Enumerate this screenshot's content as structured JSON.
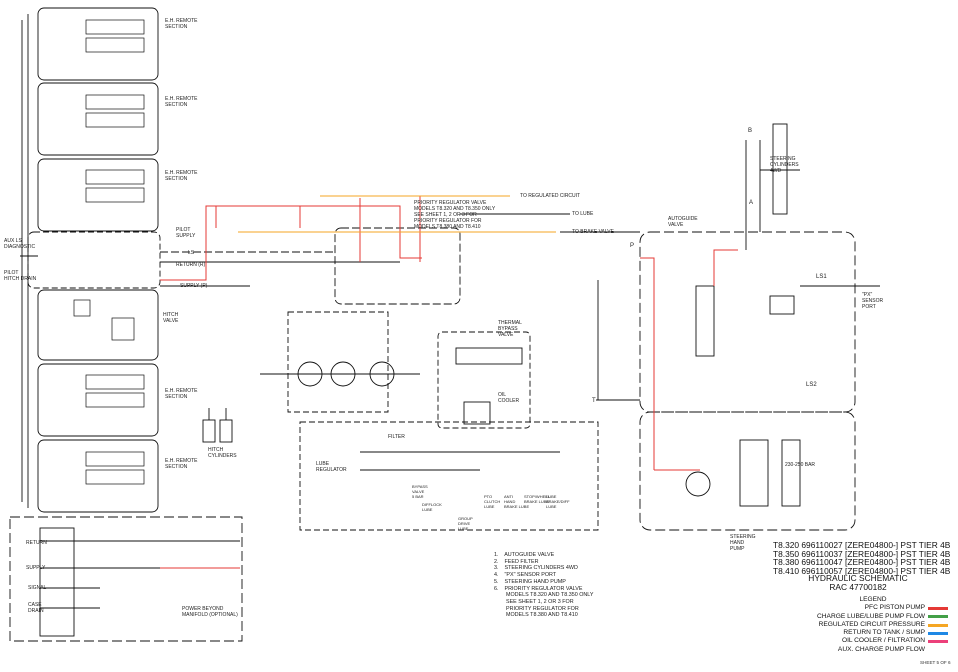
{
  "remote_sections": {
    "label": "E.H. REMOTE\nSECTION",
    "label_alt": "E.H. REMOTE\nSECTION"
  },
  "labels": {
    "aux_ls": "AUX LS\nDIAGNOSTIC",
    "pilot_hitch": "PILOT\nHITCH DRAIN",
    "pilot_supply": "PILOT\nSUPPLY",
    "ls": "LS",
    "return_r": "RETURN (R)",
    "supply_p": "SUPPLY (P)",
    "hitch_valve": "HITCH\nVALVE",
    "hitch_cylinders": "HITCH\nCYLINDERS",
    "lube_regulator": "LUBE\nREGULATOR",
    "filter": "FILTER",
    "thermal_bypass": "THERMAL\nBYPASS\nVALVE",
    "oil_cooler": "OIL\nCOOLER",
    "to_regulated": "TO REGULATED CIRCUIT",
    "to_lube": "TO LUBE",
    "to_brake": "TO BRAKE VALVE",
    "priority_valve": "PRIORITY REGULATOR VALVE\nMODELS T8.320 AND T8.350 ONLY\nSEE SHEET 1, 2 OR 3 FOR\nPRIORITY REGULATOR FOR\nMODELS T8.380 AND T8.410",
    "autoguide_valve": "AUTOGUIDE\nVALVE",
    "steering_cyl": "STEERING\nCYLINDERS\n4WD",
    "px_sensor": "\"PX\"\nSENSOR\nPORT",
    "ls1": "LS1",
    "ls2": "LS2",
    "port_t": "T",
    "port_p": "P",
    "port_a": "A",
    "port_b": "B",
    "bar": "230-250 BAR",
    "steering_pump": "STEERING\nHAND\nPUMP",
    "return": "RETURN",
    "supply": "SUPPLY",
    "signal": "SIGNAL",
    "case_drain": "CASE\nDRAIN",
    "power_beyond": "POWER BEYOND\nMANIFOLD (OPTIONAL)",
    "lube_outlets": [
      "BYPASS\nVALVE\n5 BAR",
      "DIFFLOCK\nLUBE",
      "PTO\nCLUTCH\nLUBE",
      "ANTI\nHAND\nBRAKE LUBE",
      "STOP/WHEEL\nBRAKE LUBE",
      "LUBE\nBRAKE/DIFF\nLUBE",
      "GROUP\nDRIVE\nLUBE"
    ]
  },
  "notes": [
    "1.    AUTOGUIDE VALVE",
    "2.    FEED FILTER",
    "3.    STEERING CYLINDERS 4WD",
    "4.    \"PX\" SENSOR PORT",
    "5.    STEERING HAND PUMP",
    "6.    PRIORITY REGULATOR VALVE",
    "        MODELS T8.320 AND T8.350 ONLY",
    "        SEE SHEET 1, 2 OR 3 FOR",
    "        PRIORITY REGULATOR FOR",
    "        MODELS T8.380 AND T8.410"
  ],
  "models": [
    "T8.320 696110027 [ZERE04800-] PST TIER 4B",
    "T8.350 696110037 [ZERE04800-] PST TIER 4B",
    "T8.380 696110047 [ZERE04800-] PST TIER 4B",
    "T8.410 696110057 [ZERE04800-] PST TIER 4B"
  ],
  "title": "HYDRAULIC SCHEMATIC",
  "rac": "RAC 47700182",
  "legend": {
    "header": "LEGEND",
    "items": [
      {
        "label": "PFC PISTON PUMP",
        "color": "#e53935"
      },
      {
        "label": "CHARGE LUBE/LUBE PUMP FLOW",
        "color": "#43a047"
      },
      {
        "label": "REGULATED CIRCUIT PRESSURE",
        "color": "#f5a623"
      },
      {
        "label": "RETURN TO TANK / SUMP",
        "color": "#1e88e5"
      },
      {
        "label": "OIL COOLER / FILTRATION",
        "color": "#ec407a"
      },
      {
        "label": "AUX. CHARGE PUMP FLOW",
        "color": "#ffffff"
      }
    ]
  },
  "sheet": "SHEET 5 OF 6",
  "colors": {
    "pressure": "#e53935",
    "regulated": "#f5a623",
    "line": "#111111"
  }
}
